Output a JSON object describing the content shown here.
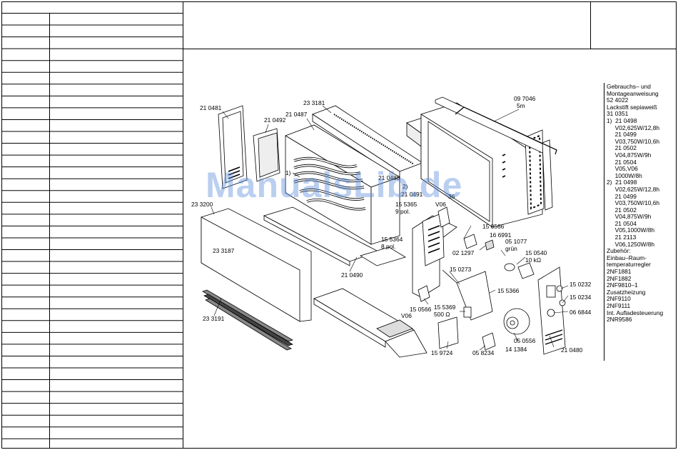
{
  "watermark": "ManualsLib.de",
  "part_labels": {
    "p210481": "21 0481",
    "p210492": "21 0492",
    "p210487": "21 0487",
    "p233181": "23 3181",
    "p097046": "09 7046",
    "p5m": "5m",
    "p1": "1)",
    "p210488": "21 0488",
    "p210491": "21 0491",
    "p2": "2)",
    "p36": "36",
    "p233200": "23 3200",
    "p155365": "15 5365",
    "p9pol": "9 pol.",
    "pV06a": "V06",
    "p150566a": "15 0566",
    "p166991": "16 6991",
    "p051077": "05 1077",
    "pgrun": "grün",
    "p155364": "15 5364",
    "p8pol": "8 pol.",
    "p021297": "02 1297",
    "p150540": "15 0540",
    "p10k": "10 kΩ",
    "p233187": "23 3187",
    "p210490": "21 0490",
    "p150273": "15 0273",
    "p150232": "15 0232",
    "p155366": "15 5366",
    "p150234": "15 0234",
    "p150566b": "15 0566",
    "p155369": "15 5369",
    "pV06b": "V06",
    "p500": "500 Ω",
    "p066844": "06 6844",
    "p233191": "23 3191",
    "p050556": "05 0556",
    "p141384": "14 1384",
    "p210480": "21 0480",
    "p159724": "15 9724",
    "p058234": "05 8234"
  },
  "notes": [
    "Gebrauchs– und",
    "Montageanweisung",
    "52 4022",
    "",
    "Lackstift sepiaweiß",
    "31 0351",
    "",
    "1)  21 0498",
    "     V02,625W/12,8h",
    "     21 0499",
    "     V03,750W/10,6h",
    "     21 0502",
    "     V04,875W/9h",
    "     21 0504",
    "     V05,V06",
    "     1000W/8h",
    "2)  21 0498",
    "     V02,625W/12,8h",
    "     21 0499",
    "     V03,750W/10,6h",
    "     21 0502",
    "     V04,875W/9h",
    "     21 0504",
    "     V05,1000W/8h",
    "     21 2113",
    "     V06,1250W/8h",
    "",
    "Zubehör:",
    "",
    "Einbau–Raum-",
    "temperaturregler",
    "2NF1881",
    "2NF1882",
    "2NF9810–1",
    "",
    "Zusatzheizung",
    "2NF9110",
    "2NF9111",
    "",
    "Int. Aufladesteuerung",
    "2NR9586"
  ]
}
